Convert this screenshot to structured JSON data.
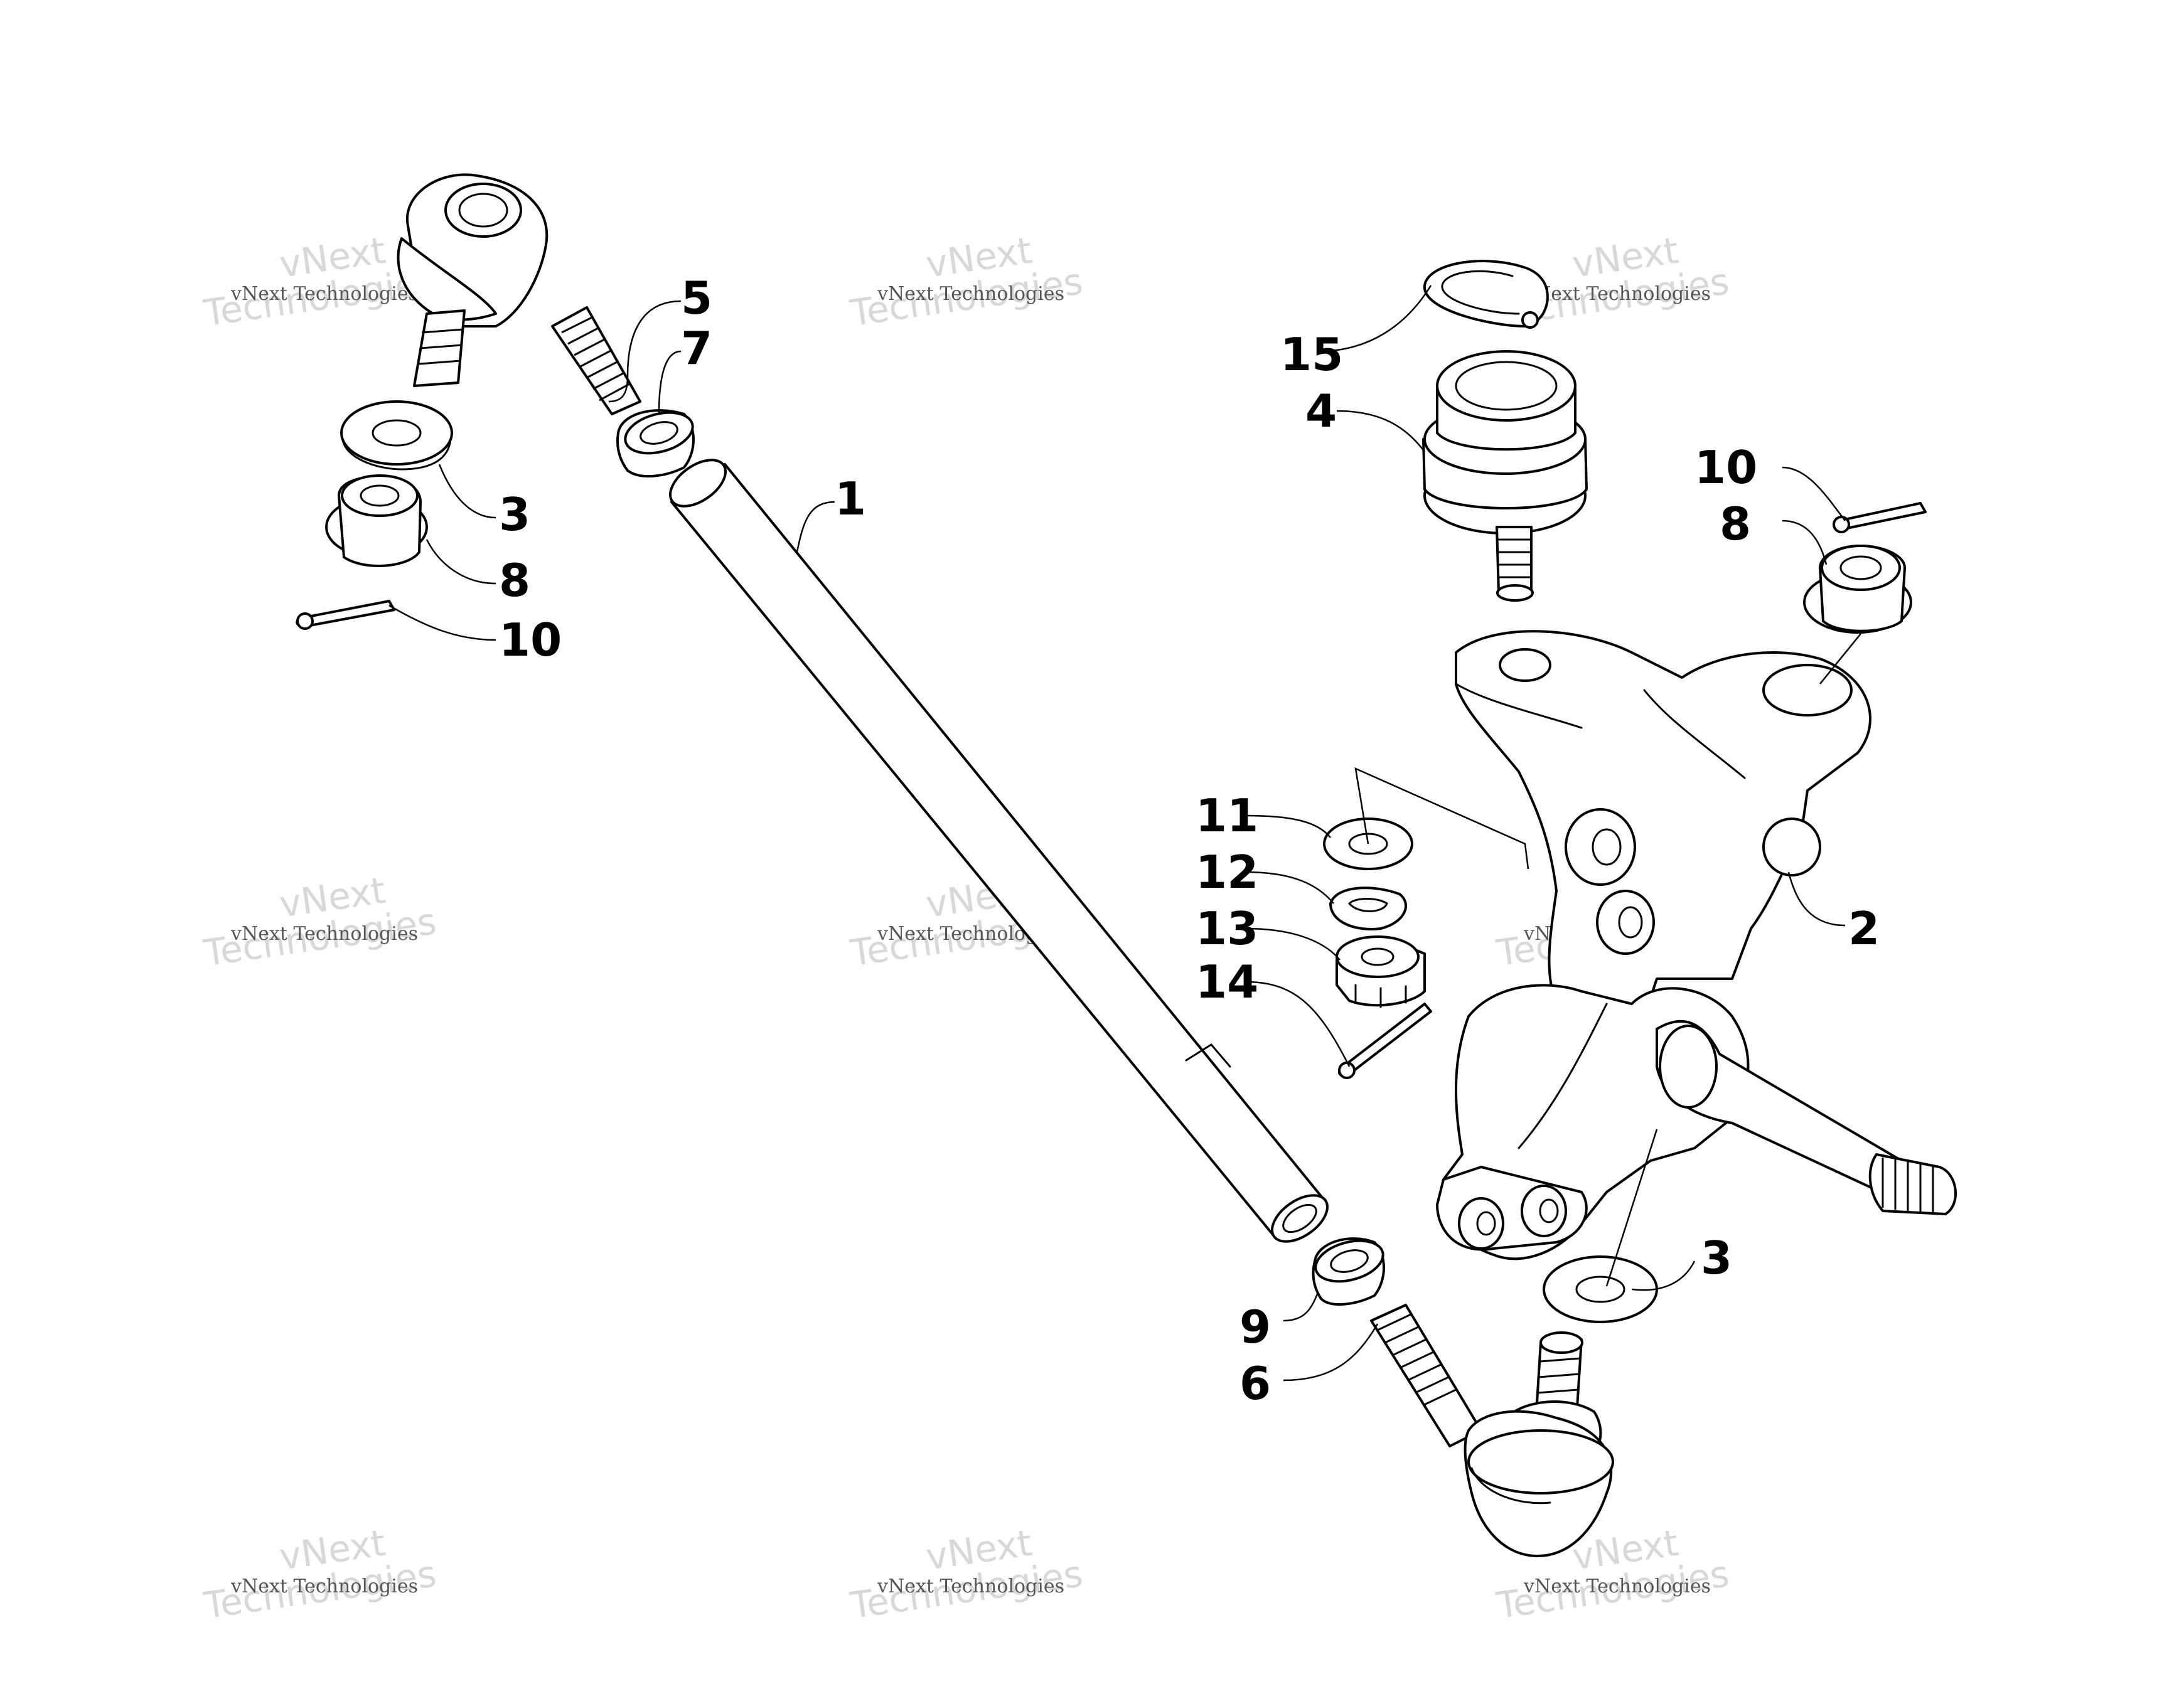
{
  "watermark": {
    "line1": "vNext",
    "line2": "Technologies",
    "full": "vNext Technologies"
  },
  "callouts": {
    "c1": "1",
    "c2": "2",
    "c3a": "3",
    "c3b": "3",
    "c4": "4",
    "c5": "5",
    "c6": "6",
    "c7": "7",
    "c8a": "8",
    "c8b": "8",
    "c9": "9",
    "c10a": "10",
    "c10b": "10",
    "c11": "11",
    "c12": "12",
    "c13": "13",
    "c14": "14",
    "c15": "15"
  }
}
